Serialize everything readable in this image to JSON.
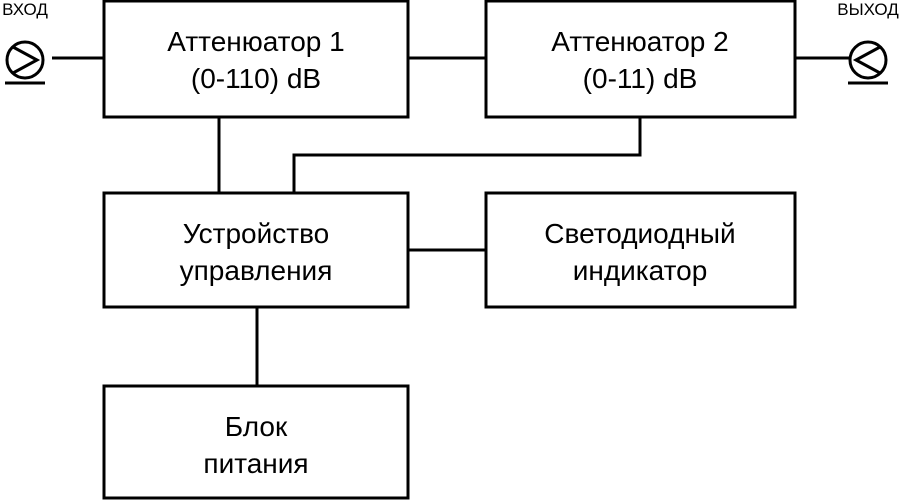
{
  "ports": {
    "input_label": "ВХОД",
    "output_label": "ВЫХОД"
  },
  "blocks": {
    "attenuator1": {
      "line1": "Аттенюатор 1",
      "line2": "(0-110) dB"
    },
    "attenuator2": {
      "line1": "Аттенюатор 2",
      "line2": "(0-11) dB"
    },
    "control_unit": {
      "line1": "Устройство",
      "line2": "управления"
    },
    "led_indicator": {
      "line1": "Светодиодный",
      "line2": "индикатор"
    },
    "power_supply": {
      "line1": "Блок",
      "line2": "питания"
    }
  },
  "colors": {
    "line": "#000000",
    "background": "#ffffff"
  }
}
